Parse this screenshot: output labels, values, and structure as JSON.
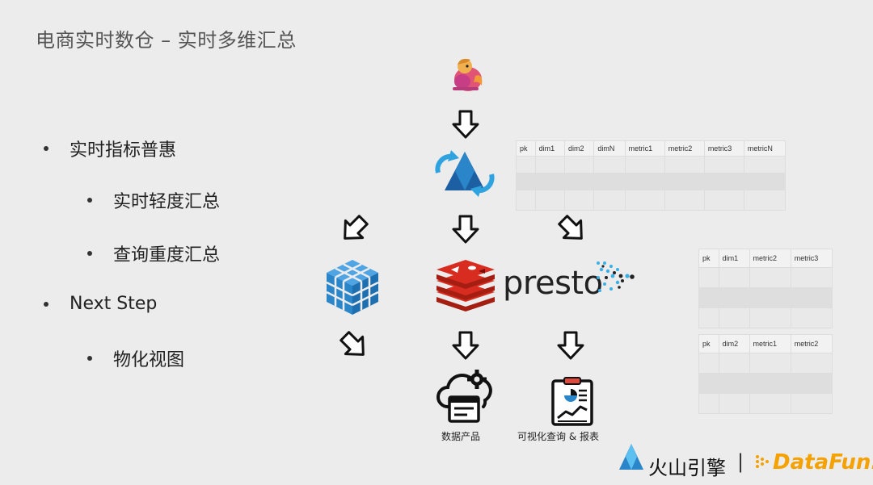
{
  "title": "电商实时数仓 – 实时多维汇总",
  "bullets": [
    {
      "text": "实时指标普惠",
      "level": 1
    },
    {
      "text": "实时轻度汇总",
      "level": 2
    },
    {
      "text": "查询重度汇总",
      "level": 2
    },
    {
      "text": "Next Step",
      "level": 1
    },
    {
      "text": "物化视图",
      "level": 2
    }
  ],
  "table_main": {
    "headers": [
      "pk",
      "dim1",
      "dim2",
      "dimN",
      "metric1",
      "metric2",
      "metric3",
      "metricN"
    ]
  },
  "table_right_1": {
    "headers": [
      "pk",
      "dim1",
      "metric2",
      "metric3"
    ]
  },
  "table_right_2": {
    "headers": [
      "pk",
      "dim2",
      "metric1",
      "metric2"
    ]
  },
  "presto_label": "presto",
  "caption_data_product": "数据产品",
  "caption_visual_query": "可视化查询 & 报表",
  "brand": {
    "volcano": "火山引擎",
    "separator": "|",
    "datafun": "DataFun."
  },
  "icons": {
    "top": "flink-squirrel-icon",
    "flow": "kafka-stream-icon",
    "left": "cube-blocks-icon",
    "center": "redis-icon",
    "presto": "presto-logo-icon",
    "product": "cloud-gear-icon",
    "report": "clipboard-chart-icon"
  },
  "colors": {
    "accent_blue": "#2a86c8",
    "redis_red": "#d62f25",
    "datafun_orange": "#f5a100"
  }
}
